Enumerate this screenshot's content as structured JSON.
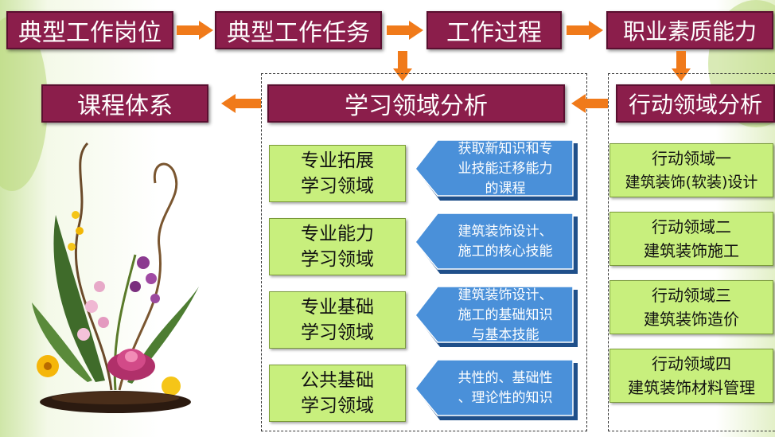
{
  "top_flow": [
    "典型工作岗位",
    "典型工作任务",
    "工作过程",
    "职业素质能力"
  ],
  "row2": {
    "course_system": "课程体系",
    "learning_analysis": "学习领域分析",
    "action_analysis": "行动领域分析"
  },
  "learning_areas": [
    {
      "name_line1": "专业拓展",
      "name_line2": "学习领域",
      "desc": [
        "获取新知识和专",
        "业技能迁移能力",
        "的课程"
      ]
    },
    {
      "name_line1": "专业能力",
      "name_line2": "学习领域",
      "desc": [
        "建筑装饰设计、",
        "施工的核心技能"
      ]
    },
    {
      "name_line1": "专业基础",
      "name_line2": "学习领域",
      "desc": [
        "建筑装饰设计、",
        "施工的基础知识",
        "与基本技能"
      ]
    },
    {
      "name_line1": "公共基础",
      "name_line2": "学习领域",
      "desc": [
        "共性的、基础性",
        "、理论性的知识"
      ]
    }
  ],
  "action_areas": [
    {
      "line1": "行动领域一",
      "line2": "建筑装饰(软装)设计"
    },
    {
      "line1": "行动领域二",
      "line2": "建筑装饰施工"
    },
    {
      "line1": "行动领域三",
      "line2": "建筑装饰造价"
    },
    {
      "line1": "行动领域四",
      "line2": "建筑装饰材料管理"
    }
  ],
  "colors": {
    "maroon_box": "#8b1e4b",
    "orange_arrow": "#f07a1a",
    "green_box": "#c8ef7d",
    "blue_callout": "#4a90d9"
  }
}
